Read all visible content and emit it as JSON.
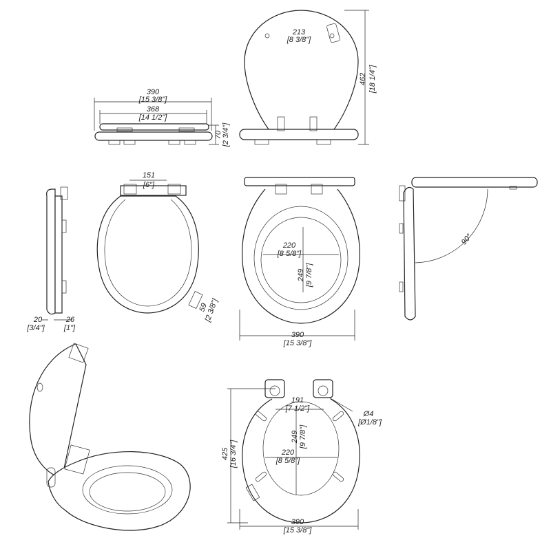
{
  "drawing": {
    "side_view_top": {
      "width_mm": "390",
      "width_in": "[15 3/8\"]",
      "inner_mm": "368",
      "inner_in": "[14 1/2\"]",
      "height_mm": "70",
      "height_in": "[2 3/4\"]"
    },
    "top_view_lid": {
      "hole_mm": "213",
      "hole_in": "[8 3/8\"]",
      "length_mm": "462",
      "length_in": "[18 1/4\"]"
    },
    "side_view_left": {
      "a_mm": "20",
      "a_in": "[3/4\"]",
      "b_mm": "26",
      "b_in": "[1\"]"
    },
    "seat_front": {
      "hinge_mm": "151",
      "hinge_in": "[6\"]",
      "bumper_mm": "59",
      "bumper_in": "[2 3/8\"]"
    },
    "seat_open": {
      "opening_w_mm": "220",
      "opening_w_in": "[8 5/8\"]",
      "opening_h_mm": "249",
      "opening_h_in": "[9 7/8\"]",
      "width_mm": "390",
      "width_in": "[15 3/8\"]"
    },
    "side_open": {
      "angle": "90°"
    },
    "bottom_view": {
      "hinge_mm": "191",
      "hinge_in": "[7 1/2\"]",
      "hole_mm": "Ø4",
      "hole_in": "[Ø1/8\"]",
      "length_mm": "425",
      "length_in": "[16 3/4\"]",
      "opening_h_mm": "249",
      "opening_h_in": "[9 7/8\"]",
      "opening_w_mm": "220",
      "opening_w_in": "[8 5/8\"]",
      "width_mm": "390",
      "width_in": "[15 3/8\"]"
    }
  }
}
